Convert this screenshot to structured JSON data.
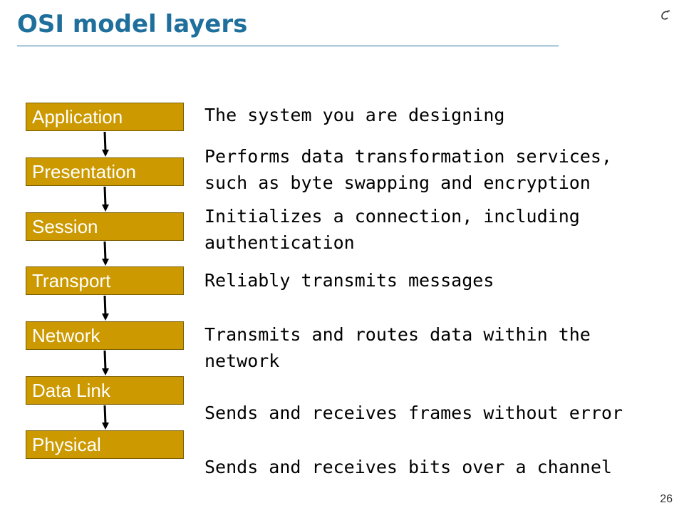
{
  "slide": {
    "title": "OSI model layers",
    "page_number": "26",
    "accent_color": "#1f6f9c",
    "layer_box_color": "#cc9900"
  },
  "layers": [
    {
      "name": "Application",
      "description_lines": [
        "The system you are designing"
      ]
    },
    {
      "name": "Presentation",
      "description_lines": [
        "Performs data transformation services,",
        "such as byte swapping and encryption"
      ]
    },
    {
      "name": "Session",
      "description_lines": [
        "Initializes a connection, including",
        "authentication"
      ]
    },
    {
      "name": "Transport",
      "description_lines": [
        "Reliably transmits messages"
      ]
    },
    {
      "name": "Network",
      "description_lines": [
        "Transmits and routes data within the",
        "network"
      ]
    },
    {
      "name": "Data Link",
      "description_lines": [
        "Sends and receives frames without error"
      ]
    },
    {
      "name": "Physical",
      "description_lines": [
        "Sends and receives bits over a channel"
      ]
    }
  ]
}
